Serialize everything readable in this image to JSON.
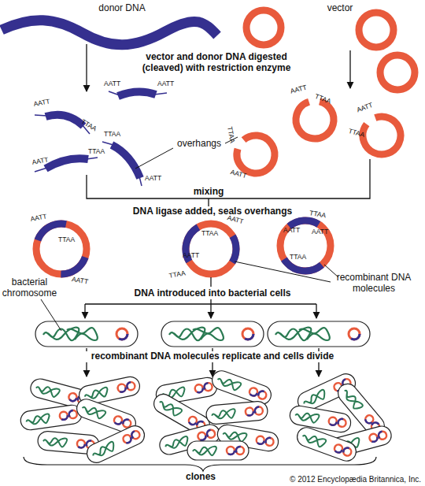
{
  "diagram": {
    "labels": [
      "donor DNA",
      "vector",
      "vector and donor DNA digested (cleaved) with restriction enzyme",
      "overhangs",
      "mixing",
      "DNA ligase added, seals overhangs",
      "recombinant DNA molecules",
      "bacterial chromosome",
      "DNA introduced into bacterial cells",
      "recombinant DNA molecules replicate and cells divide",
      "clones",
      "© 2012 Encyclopædia Britannica, Inc.",
      "AATT",
      "AATT",
      "AATT",
      "TTAA",
      "TTAA",
      "TTAA",
      "AATT",
      "AATT",
      "AATT",
      "TTAA",
      "TTAA",
      "AATT",
      "AATT",
      "TTAA",
      "AATT",
      "TTAA",
      "AATT",
      "AATT",
      "TTAA",
      "AATT",
      "TTAA",
      "TTAA",
      "AATT",
      "TTAA",
      "AATT"
    ]
  }
}
